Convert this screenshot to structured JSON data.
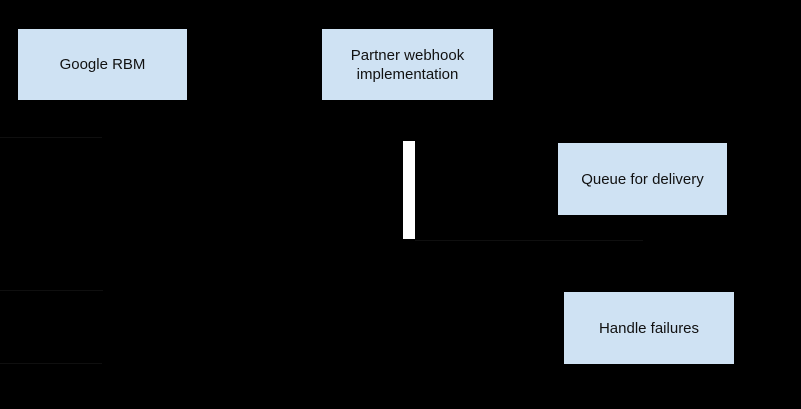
{
  "diagram": {
    "type": "sequence-diagram-fragment",
    "background_color": "#000000",
    "node_fill_color": "#cfe2f3",
    "node_text_color": "#111111",
    "activation_bar_color": "#ffffff",
    "faint_line_color": "#0f0f0f",
    "nodes": [
      {
        "id": "google-rbm",
        "label": "Google RBM"
      },
      {
        "id": "partner-webhook",
        "label": "Partner webhook implementation"
      },
      {
        "id": "queue-for-delivery",
        "label": "Queue for delivery"
      },
      {
        "id": "handle-failures",
        "label": "Handle failures"
      }
    ]
  }
}
